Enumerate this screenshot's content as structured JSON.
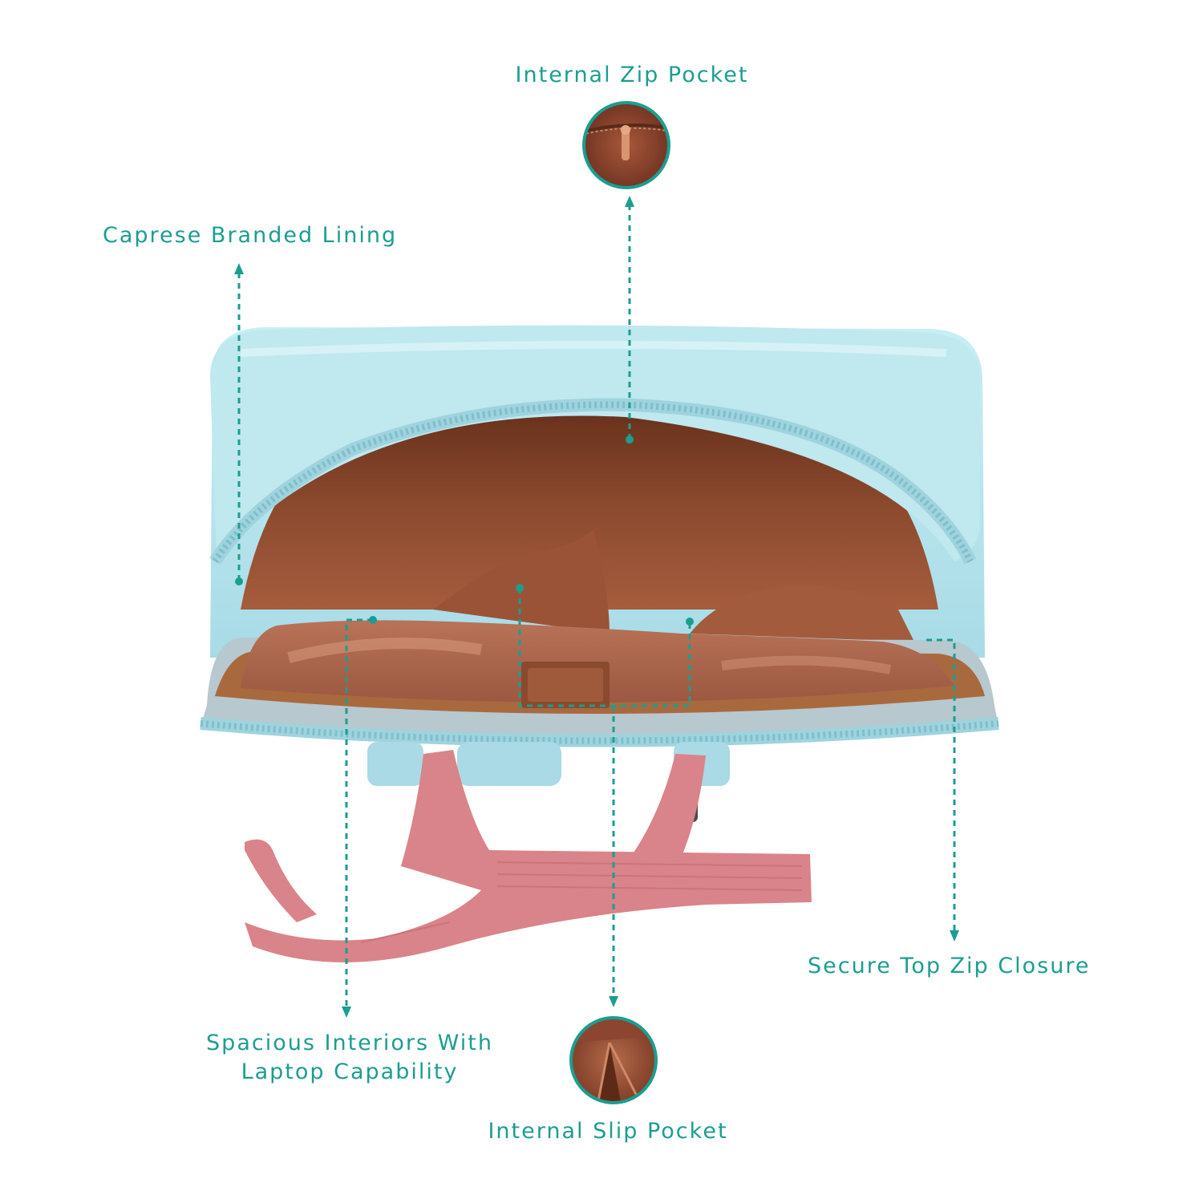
{
  "callouts": {
    "internal_zip_pocket": "Internal Zip Pocket",
    "caprese_branded_lining": "Caprese Branded Lining",
    "secure_top_zip_closure": "Secure Top Zip Closure",
    "spacious_interiors_line1": "Spacious Interiors With",
    "spacious_interiors_line2": "Laptop Capability",
    "internal_slip_pocket": "Internal Slip Pocket"
  },
  "colors": {
    "accent": "#1b9e90",
    "bag_body": "#b9e6ee",
    "lining": "#8f4a2f",
    "strap": "#d9848a",
    "background": "#ffffff"
  },
  "icons": {
    "zip_pocket_detail": "zip-pocket-detail-icon",
    "slip_pocket_detail": "slip-pocket-detail-icon"
  }
}
